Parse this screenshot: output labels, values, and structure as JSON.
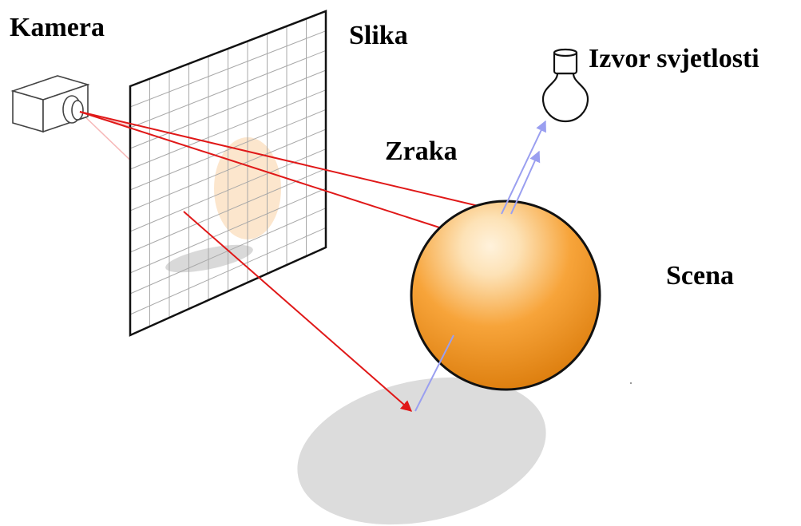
{
  "labels": {
    "camera": "Kamera",
    "image": "Slika",
    "light_source": "Izvor svjetlosti",
    "ray": "Zraka",
    "scene": "Scena"
  },
  "colors": {
    "primary_ray": "#e01818",
    "shadow_ray": "#9a9ff0",
    "sphere_light": "#fde7c4",
    "sphere_mid": "#f7a43a",
    "sphere_dark": "#d8780c",
    "shadow": "#dcdcdc",
    "grid": "#a8a8a8",
    "outline": "#111111"
  },
  "icons": {
    "camera": "camera-icon",
    "light_source": "light-bulb-icon"
  }
}
